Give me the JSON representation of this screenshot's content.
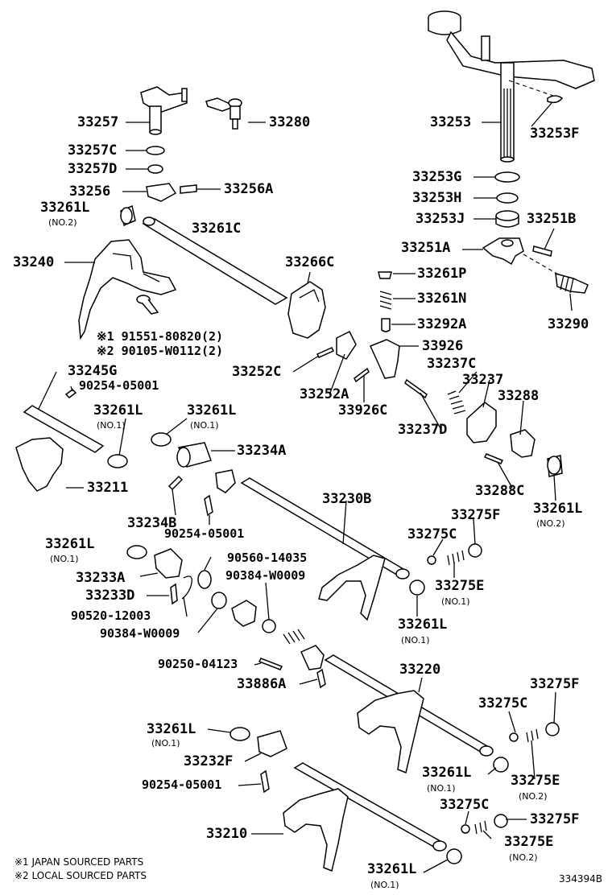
{
  "labels": {
    "p33257": "33257",
    "p33280": "33280",
    "p33253": "33253",
    "p33253F": "33253F",
    "p33257C": "33257C",
    "p33257D": "33257D",
    "p33253G": "33253G",
    "p33256": "33256",
    "p33256A": "33256A",
    "p33253H": "33253H",
    "p33261L_a": "33261L",
    "p33253J": "33253J",
    "p33251B": "33251B",
    "p33261C": "33261C",
    "p33251A": "33251A",
    "p33240": "33240",
    "p33266C": "33266C",
    "p33261P": "33261P",
    "p33261N": "33261N",
    "p33290": "33290",
    "p33292A": "33292A",
    "ref1": "※1 91551-80820(2)",
    "ref2": "※2 90105-W0112(2)",
    "p33926": "33926",
    "p33245G": "33245G",
    "p33252C": "33252C",
    "p33237C": "33237C",
    "p90254_a": "90254-05001",
    "p33252A": "33252A",
    "p33237": "33237",
    "p33288": "33288",
    "p33261L_b": "33261L",
    "p33261L_c": "33261L",
    "p33926C": "33926C",
    "p33237D": "33237D",
    "p33234A": "33234A",
    "p33211": "33211",
    "p33230B": "33230B",
    "p33288C": "33288C",
    "p33261L_d": "33261L",
    "p33234B": "33234B",
    "p33275F_a": "33275F",
    "p90254_b": "90254-05001",
    "p33275C_a": "33275C",
    "p33261L_e": "33261L",
    "p90560": "90560-14035",
    "p33233A": "33233A",
    "p90384_a": "90384-W0009",
    "p33275E_a": "33275E",
    "p33233D": "33233D",
    "p90520": "90520-12003",
    "p33261L_f": "33261L",
    "p90384_b": "90384-W0009",
    "p90250": "90250-04123",
    "p33220": "33220",
    "p33886A": "33886A",
    "p33275F_b": "33275F",
    "p33275C_b": "33275C",
    "p33261L_g": "33261L",
    "p33232F": "33232F",
    "p33261L_h": "33261L",
    "p90254_c": "90254-05001",
    "p33275E_b": "33275E",
    "p33275C_c": "33275C",
    "p33275F_c": "33275F",
    "p33210": "33210",
    "p33275E_c": "33275E",
    "p33261L_i": "33261L"
  },
  "subs": {
    "s_no2_a": "(NO.2)",
    "s_no1_b": "(NO.1)",
    "s_no1_c": "(NO.1)",
    "s_no2_d": "(NO.2)",
    "s_no1_e": "(NO.1)",
    "s_no1_ae": "(NO.1)",
    "s_no1_f": "(NO.1)",
    "s_no1_g": "(NO.1)",
    "s_no1_h": "(NO.1)",
    "s_no2_be": "(NO.2)",
    "s_no2_ce": "(NO.2)",
    "s_no1_i": "(NO.1)"
  },
  "footnotes": {
    "note1": "※1 JAPAN SOURCED PARTS",
    "note2": "※2 LOCAL SOURCED PARTS"
  },
  "diagram_id": "334394B"
}
